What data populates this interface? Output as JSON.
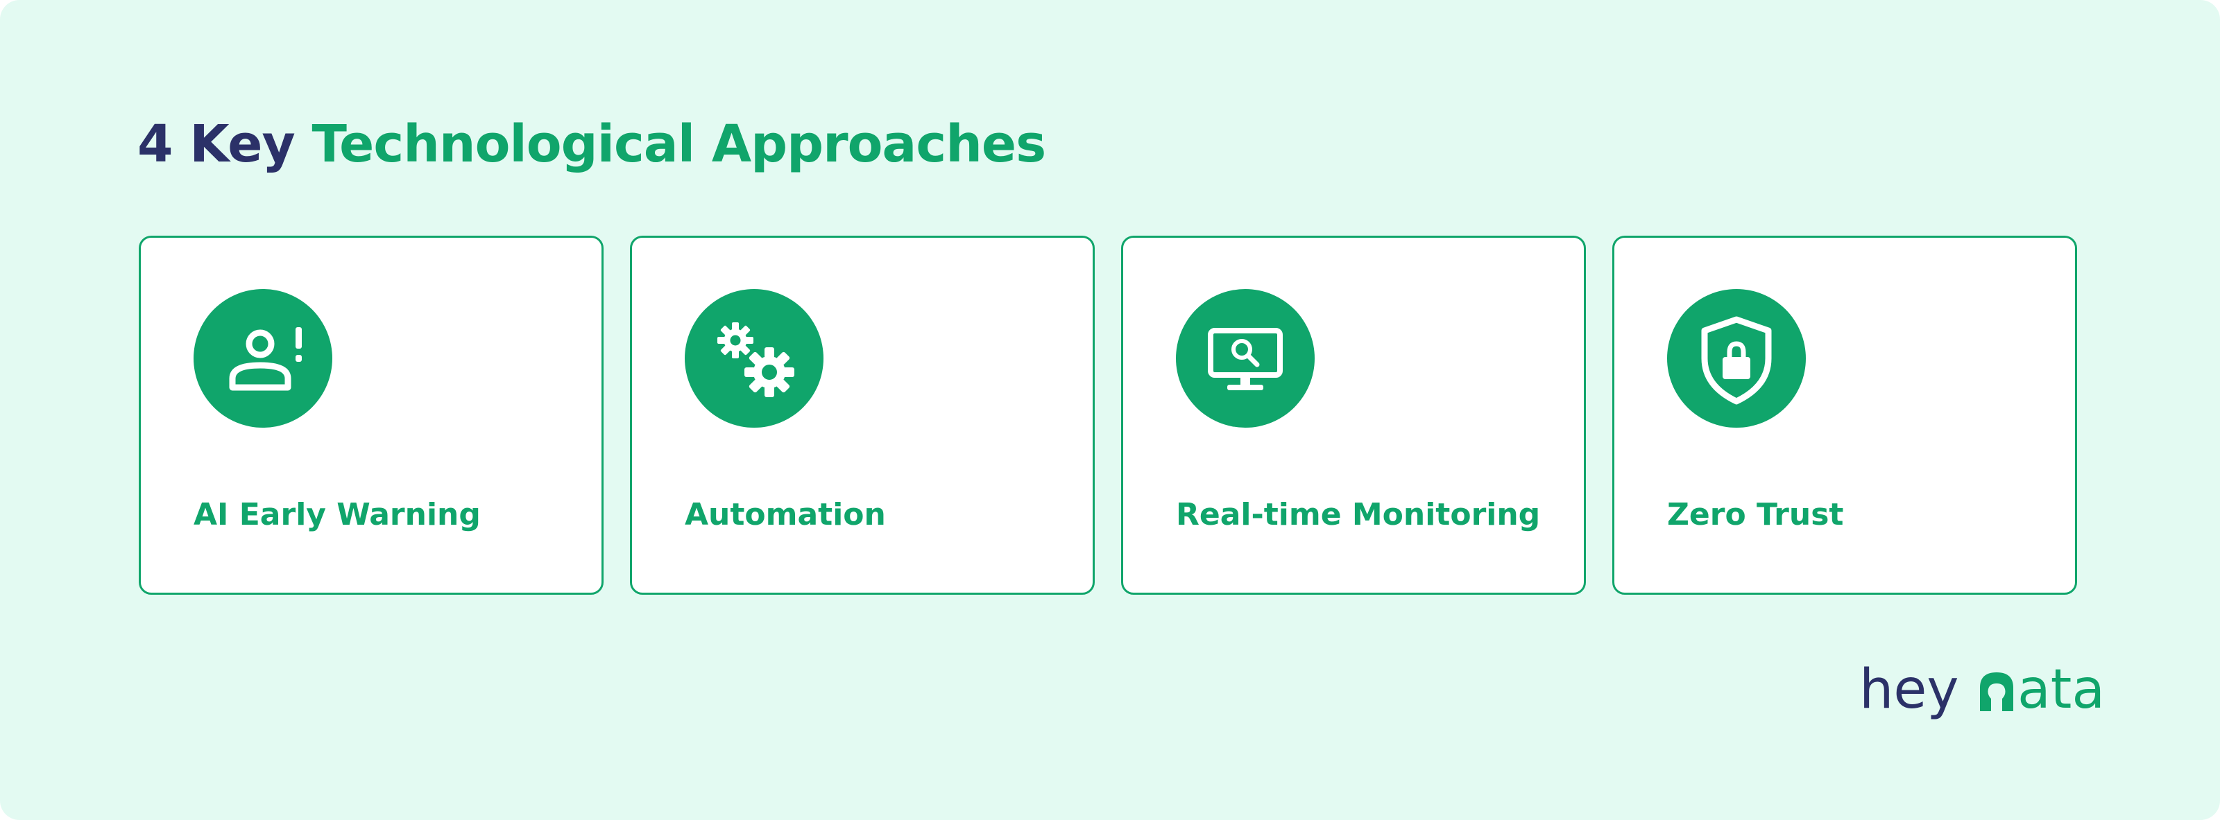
{
  "title": {
    "prefix": "4 Key",
    "highlight": "Technological Approaches"
  },
  "cards": [
    {
      "label": "AI Early Warning",
      "icon": "alert-user-icon"
    },
    {
      "label": "Automation",
      "icon": "gears-icon"
    },
    {
      "label": "Real-time Monitoring",
      "icon": "monitor-search-icon"
    },
    {
      "label": "Zero Trust",
      "icon": "shield-lock-icon"
    }
  ],
  "logo": {
    "text_start": "hey",
    "text_end": "ata"
  },
  "colors": {
    "background": "#e3faf2",
    "accent": "#10a56b",
    "dark": "#2b3168",
    "card": "#ffffff"
  }
}
